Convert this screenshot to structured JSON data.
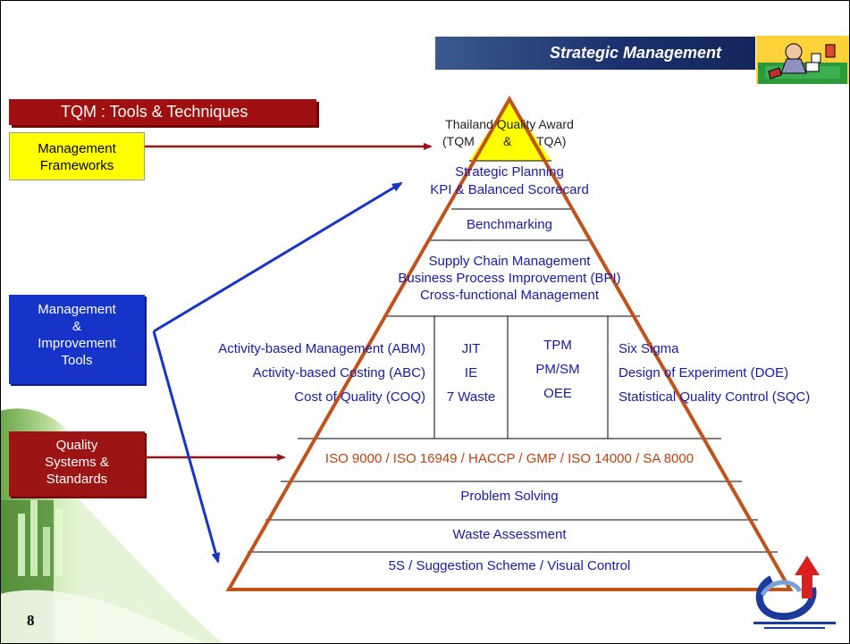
{
  "header": {
    "title": "Strategic Management"
  },
  "tqm_banner": "TQM : Tools & Techniques",
  "side_labels": {
    "frameworks": [
      "Management",
      "Frameworks"
    ],
    "tools": [
      "Management",
      "&",
      "Improvement",
      "Tools"
    ],
    "systems": [
      "Quality",
      "Systems &",
      "Standards"
    ]
  },
  "pyramid": {
    "apex": {
      "line1": "Thailand Quality Award",
      "line2_left": "(TQM",
      "line2_mid": "&",
      "line2_right": "TQA)"
    },
    "strategic": [
      "Strategic Planning",
      "KPI & Balanced Scorecard"
    ],
    "benchmarking": "Benchmarking",
    "management": [
      "Supply Chain Management",
      "Business Process Improvement (BPI)",
      "Cross-functional Management"
    ],
    "tools_grid": {
      "col1": [
        "Activity-based Management (ABM)",
        "Activity-based Costing (ABC)",
        "Cost of Quality (COQ)"
      ],
      "col2": [
        "JIT",
        "IE",
        "7 Waste"
      ],
      "col3": [
        "TPM",
        "PM/SM",
        "OEE"
      ],
      "col4": [
        "Six Sigma",
        "Design of Experiment (DOE)",
        "Statistical Quality Control (SQC)"
      ]
    },
    "standards": "ISO 9000 / ISO 16949 / HACCP / GMP / ISO 14000 / SA 8000",
    "problem_solving": "Problem Solving",
    "waste_assessment": "Waste Assessment",
    "base": "5S / Suggestion Scheme / Visual Control"
  },
  "page_number": "8",
  "colors": {
    "frame": "#c0521a",
    "navy": "#1a2f6e",
    "arrow_red": "#9c1414",
    "arrow_blue": "#1634c8",
    "yellow": "#ffff00"
  }
}
